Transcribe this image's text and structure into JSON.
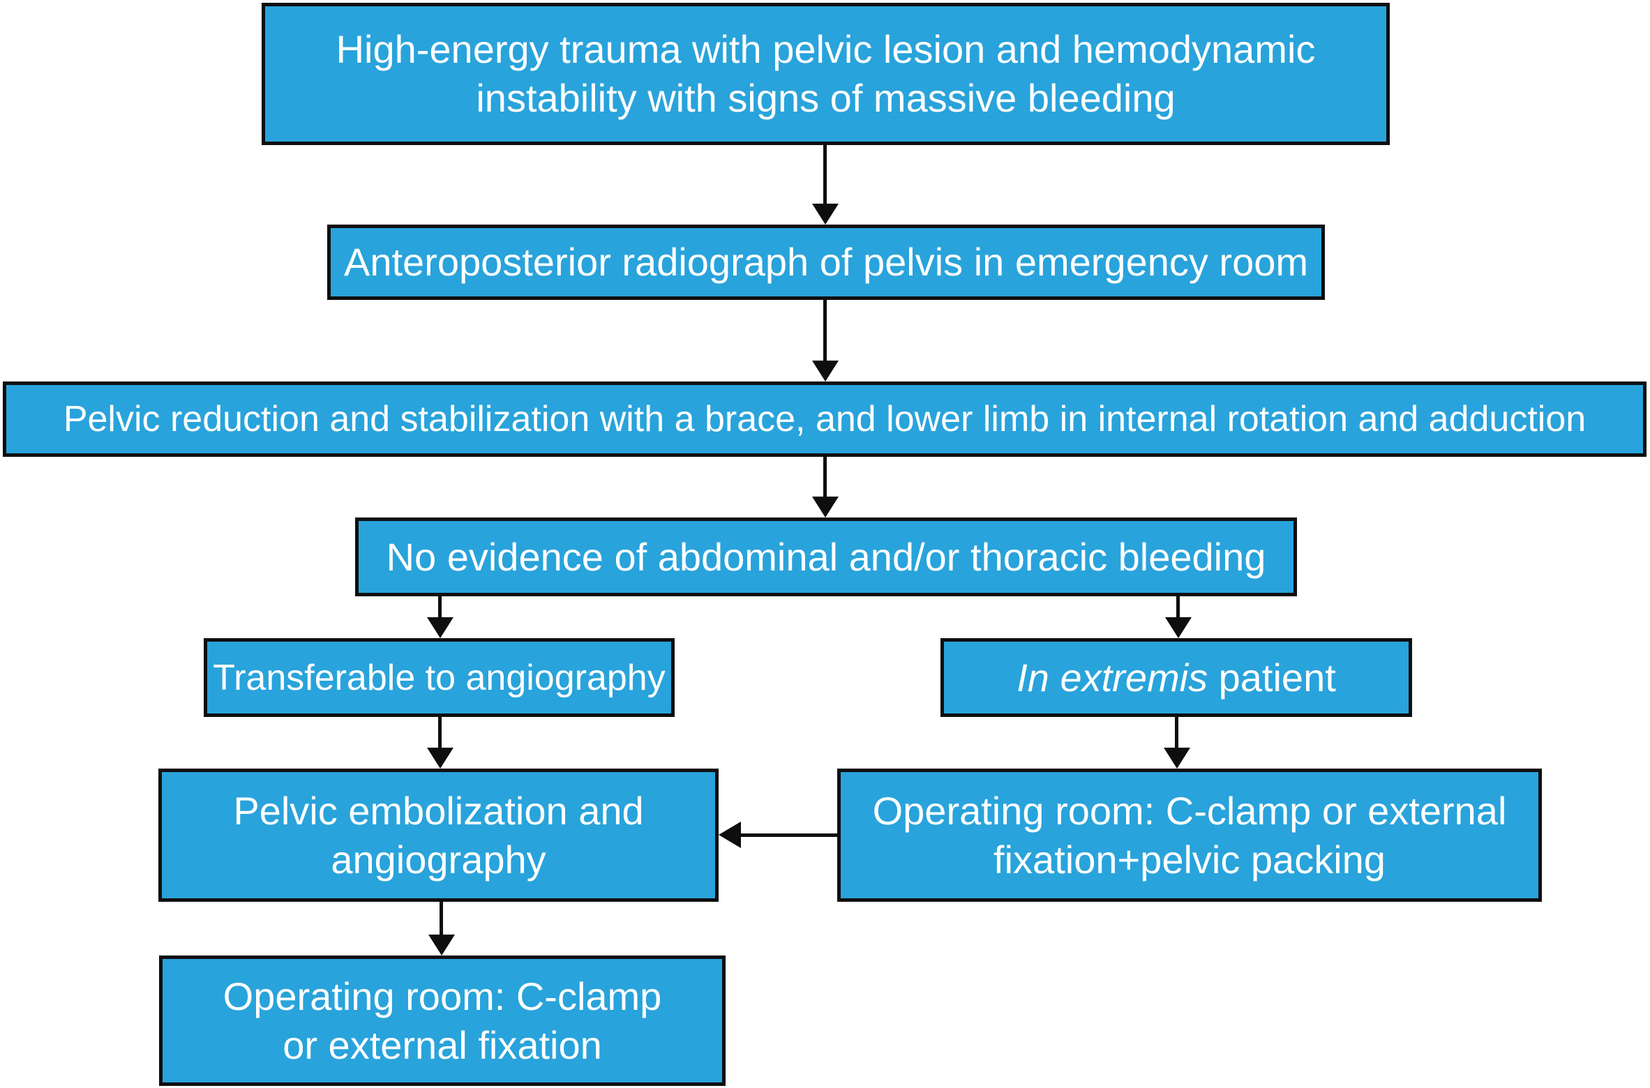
{
  "diagram": {
    "title_hint": "Management algorithm flowchart for high-energy pelvic trauma with hemodynamic instability",
    "colors": {
      "background": "#FFFFFF",
      "node_fill": "#29A3DB",
      "node_border": "#0E0E0E",
      "node_text": "#FFFFFF",
      "arrow": "#0E0E0E"
    },
    "nodes": {
      "trauma": {
        "line1": "High-energy trauma with pelvic lesion and hemodynamic",
        "line2": "instability with signs of massive bleeding"
      },
      "radiograph": {
        "text": "Anteroposterior radiograph of pelvis in emergency room"
      },
      "reduction": {
        "text": "Pelvic reduction and stabilization with a brace, and lower limb in internal rotation and adduction"
      },
      "no_evidence": {
        "text": "No evidence of abdominal and/or thoracic bleeding"
      },
      "transferable": {
        "text": "Transferable to angiography"
      },
      "in_extremis": {
        "italic": "In extremis",
        "rest": " patient"
      },
      "embolization": {
        "line1": "Pelvic embolization and",
        "line2": "angiography"
      },
      "or_packing": {
        "line1": "Operating room: C-clamp or external",
        "line2": "fixation+pelvic packing"
      },
      "or_fixation": {
        "line1": "Operating room: C-clamp",
        "line2": "or external fixation"
      }
    },
    "edges": [
      {
        "from": "trauma",
        "to": "radiograph",
        "direction": "down"
      },
      {
        "from": "radiograph",
        "to": "reduction",
        "direction": "down"
      },
      {
        "from": "reduction",
        "to": "no_evidence",
        "direction": "down"
      },
      {
        "from": "no_evidence",
        "to": "transferable",
        "direction": "down"
      },
      {
        "from": "no_evidence",
        "to": "in_extremis",
        "direction": "down"
      },
      {
        "from": "transferable",
        "to": "embolization",
        "direction": "down"
      },
      {
        "from": "in_extremis",
        "to": "or_packing",
        "direction": "down"
      },
      {
        "from": "or_packing",
        "to": "embolization",
        "direction": "left"
      },
      {
        "from": "embolization",
        "to": "or_fixation",
        "direction": "down"
      }
    ]
  }
}
